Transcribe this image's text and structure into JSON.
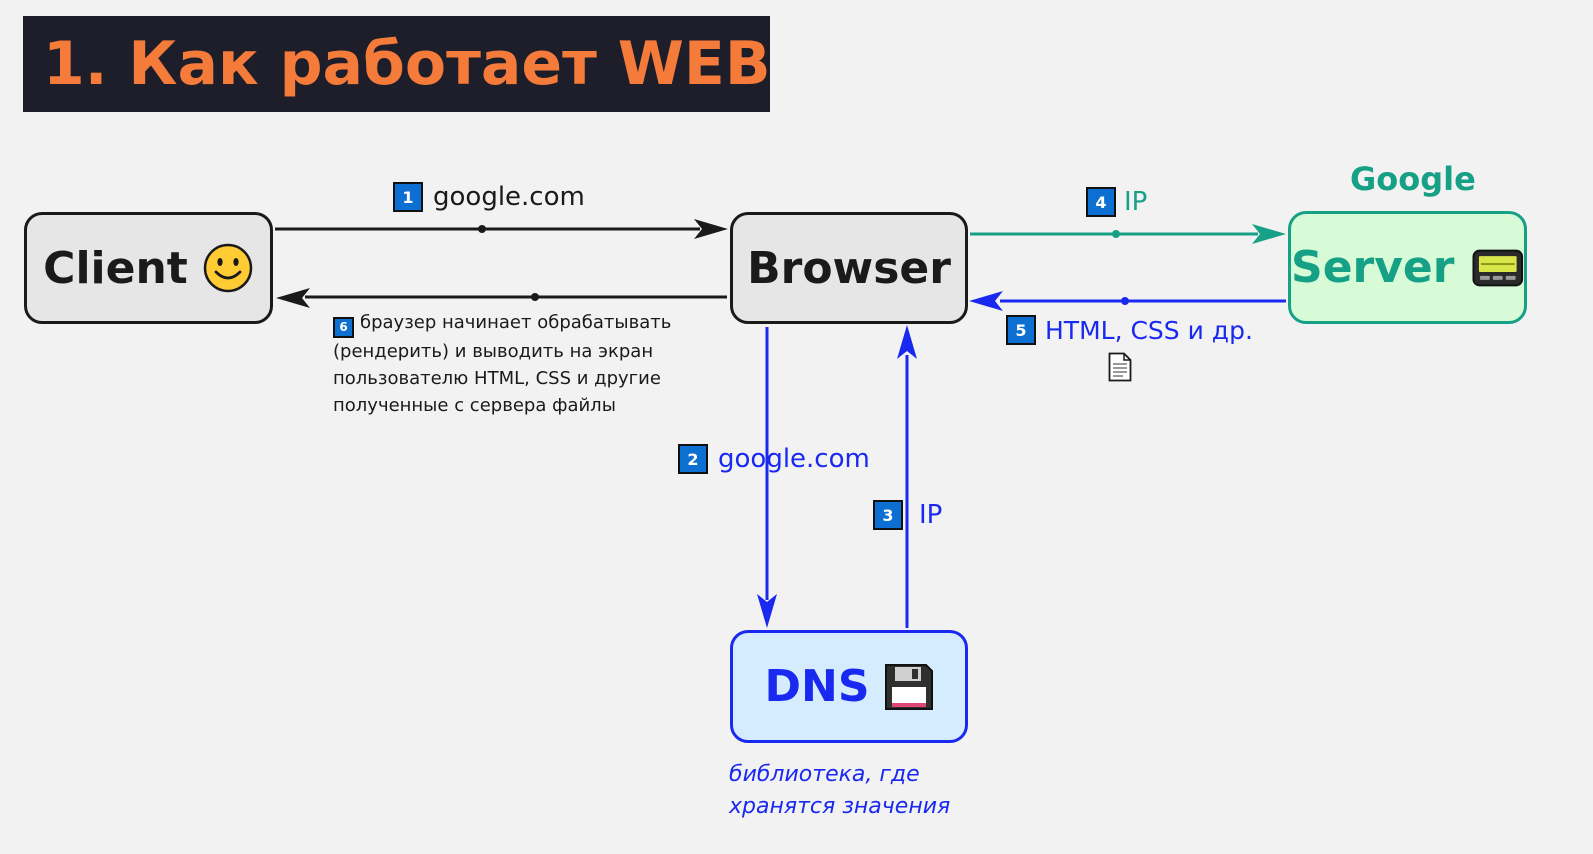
{
  "title": "1. Как работает WEB",
  "nodes": {
    "client": {
      "label": "Client",
      "icon": "smiley-face-icon"
    },
    "browser": {
      "label": "Browser"
    },
    "server": {
      "label": "Server",
      "caption": "Google",
      "icon": "server-icon"
    },
    "dns": {
      "label": "DNS",
      "icon": "floppy-disk-icon",
      "note": "библиотека, где хранятся значения"
    }
  },
  "steps": [
    {
      "number": "1",
      "label": "google.com",
      "from": "client",
      "to": "browser"
    },
    {
      "number": "2",
      "label": "google.com",
      "from": "browser",
      "to": "dns"
    },
    {
      "number": "3",
      "label": "IP",
      "from": "dns",
      "to": "browser"
    },
    {
      "number": "4",
      "label": "IP",
      "from": "browser",
      "to": "server"
    },
    {
      "number": "5",
      "label": "HTML, CSS и др.",
      "from": "server",
      "to": "browser",
      "icon": "document-icon"
    },
    {
      "number": "6",
      "label": "браузер начинает обрабатывать (рендерить) и выводить на экран пользователю HTML, CSS и другие полученные с сервера файлы",
      "from": "browser",
      "to": "client"
    }
  ],
  "colors": {
    "title_background": "#1e1d2a",
    "title_text": "#f47b3a",
    "neutral": "#1a1a1a",
    "teal": "#16a085",
    "blue": "#1a29f0",
    "badge": "#0c6fd1"
  }
}
